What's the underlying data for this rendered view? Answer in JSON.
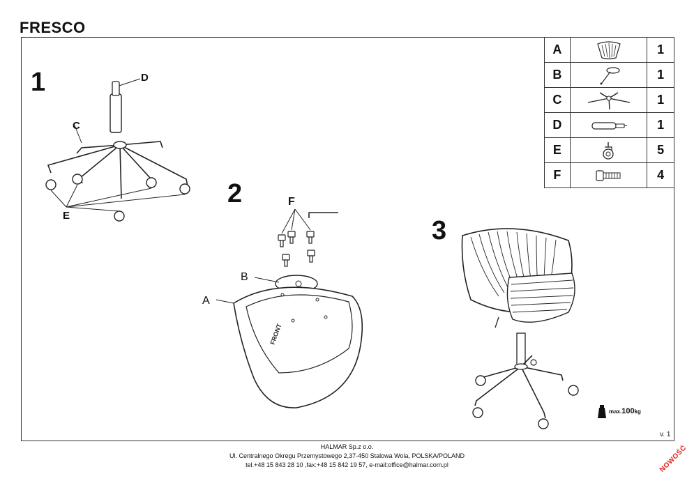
{
  "title": "FRESCO",
  "parts": [
    {
      "letter": "A",
      "icon": "seat-icon",
      "qty": "1"
    },
    {
      "letter": "B",
      "icon": "mechanism-plate-icon",
      "qty": "1"
    },
    {
      "letter": "C",
      "icon": "star-base-icon",
      "qty": "1"
    },
    {
      "letter": "D",
      "icon": "gas-lift-icon",
      "qty": "1"
    },
    {
      "letter": "E",
      "icon": "caster-icon",
      "qty": "5"
    },
    {
      "letter": "F",
      "icon": "screw-icon",
      "qty": "4"
    }
  ],
  "steps": {
    "step1": {
      "number": "1",
      "label_d": "D",
      "label_c": "C",
      "label_e": "E"
    },
    "step2": {
      "number": "2",
      "label_f": "F",
      "label_b": "B",
      "label_a": "A",
      "front_text": "FRONT"
    },
    "step3": {
      "number": "3"
    }
  },
  "max_load": {
    "prefix": "max.",
    "value": "100",
    "unit": "kg"
  },
  "version": "v. 1",
  "footer": {
    "company": "HALMAR Sp.z o.o.",
    "address": "Ul. Centralnego Okregu Przemystowego 2,37-450 Stalowa Wola, POLSKA/POLAND",
    "contact": "tel.+48 15 843 28 10 ,fax:+48 15 842 19 57, e-mail:office@halmar.com.pl"
  },
  "stamp": "NOWOŚĆ",
  "colors": {
    "stamp": "#e0241b",
    "line": "#222222"
  }
}
